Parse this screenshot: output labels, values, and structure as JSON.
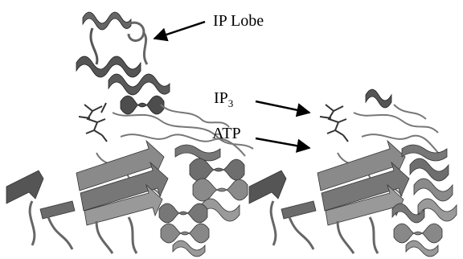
{
  "figure": {
    "labels": {
      "ip_lobe": "IP Lobe",
      "ip3_main": "IP",
      "ip3_sub": "3",
      "atp": "ATP"
    },
    "colors": {
      "ribbon_dark": "#4a4a4a",
      "ribbon_mid": "#7a7a7a",
      "ribbon_light": "#a8a8a8",
      "ligand": "#333333",
      "arrow": "#000000",
      "background": "#ffffff"
    }
  }
}
